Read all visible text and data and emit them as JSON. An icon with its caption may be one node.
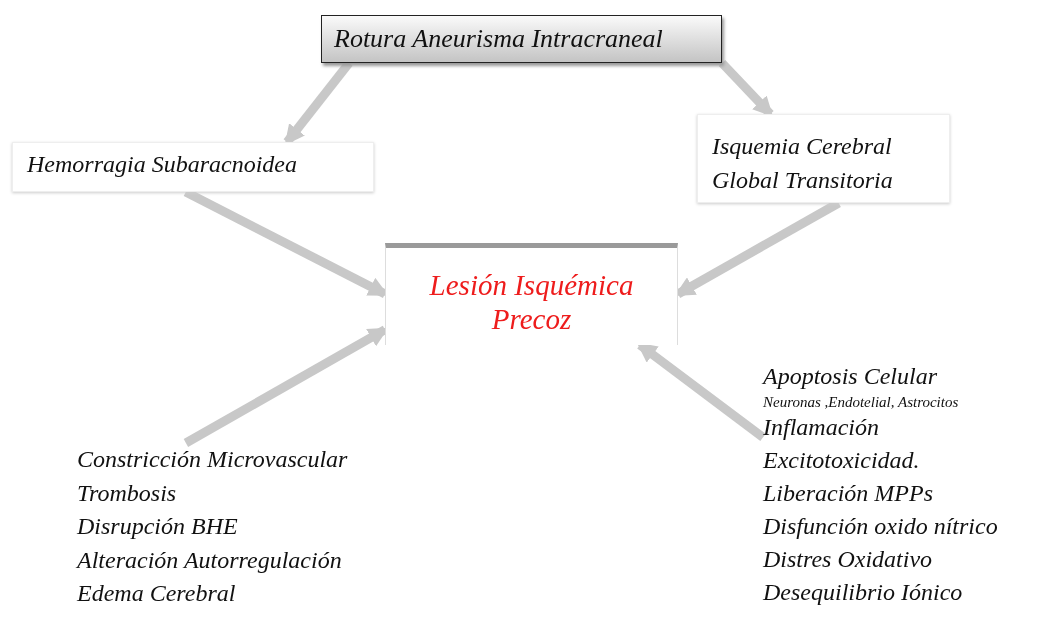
{
  "diagram": {
    "nodes": [
      {
        "text": [
          "Rotura Aneurisma Intracraneal"
        ]
      },
      {
        "text": [
          "Hemorragia Subaracnoidea"
        ]
      },
      {
        "text": [
          "Isquemia Cerebral Global Transitoria"
        ]
      },
      {
        "text": [
          "Lesión Isquémica Precoz"
        ]
      },
      {
        "text": [
          "Constricción Microvascular",
          "Trombosis",
          "Disrupción BHE",
          "Alteración Autorregulación",
          "Edema Cerebral"
        ]
      },
      {
        "text": [
          "Apoptosis Celular",
          "Neuronas ,Endotelial, Astrocitos",
          "Inflamación",
          "Excitotoxicidad.",
          "Liberación MPPs",
          "Disfunción oxido nítrico",
          "Distres Oxidativo",
          "Desequilibrio Iónico"
        ]
      }
    ],
    "edges": [
      {
        "from": 0,
        "to": 1,
        "arrow": "to"
      },
      {
        "from": 0,
        "to": 2,
        "arrow": "to"
      },
      {
        "from": 1,
        "to": 3,
        "arrow": "to"
      },
      {
        "from": 2,
        "to": 3,
        "arrow": "to"
      },
      {
        "from": 4,
        "to": 3,
        "arrow": "to"
      },
      {
        "from": 5,
        "to": 3,
        "arrow": "to"
      }
    ]
  }
}
